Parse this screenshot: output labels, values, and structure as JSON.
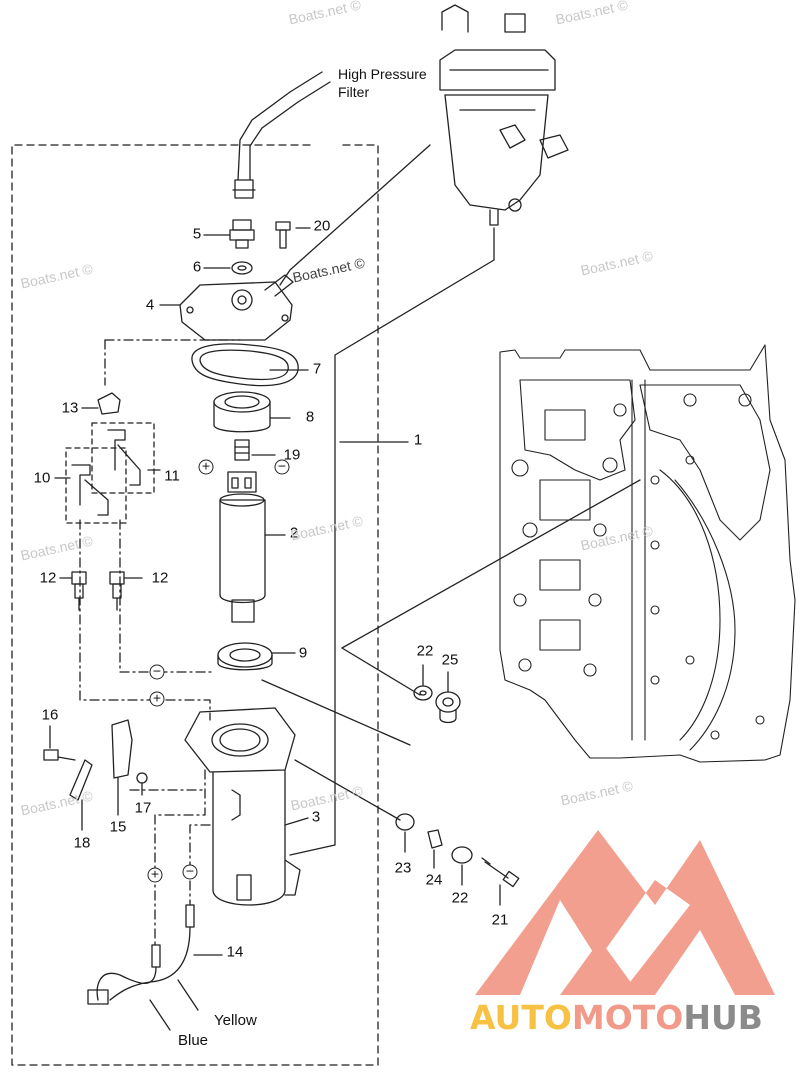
{
  "labels": {
    "high_pressure": "High Pressure",
    "filter": "Filter",
    "yellow": "Yellow",
    "blue": "Blue"
  },
  "callouts": [
    {
      "id": "1",
      "text": "1"
    },
    {
      "id": "2",
      "text": "2"
    },
    {
      "id": "3",
      "text": "3"
    },
    {
      "id": "4",
      "text": "4"
    },
    {
      "id": "5",
      "text": "5"
    },
    {
      "id": "6",
      "text": "6"
    },
    {
      "id": "7",
      "text": "7"
    },
    {
      "id": "8",
      "text": "8"
    },
    {
      "id": "9",
      "text": "9"
    },
    {
      "id": "10",
      "text": "10"
    },
    {
      "id": "11",
      "text": "11"
    },
    {
      "id": "12a",
      "text": "12"
    },
    {
      "id": "12b",
      "text": "12"
    },
    {
      "id": "13",
      "text": "13"
    },
    {
      "id": "14",
      "text": "14"
    },
    {
      "id": "15",
      "text": "15"
    },
    {
      "id": "16",
      "text": "16"
    },
    {
      "id": "17",
      "text": "17"
    },
    {
      "id": "18",
      "text": "18"
    },
    {
      "id": "19",
      "text": "19"
    },
    {
      "id": "20",
      "text": "20"
    },
    {
      "id": "21",
      "text": "21"
    },
    {
      "id": "22a",
      "text": "22"
    },
    {
      "id": "22b",
      "text": "22"
    },
    {
      "id": "23",
      "text": "23"
    },
    {
      "id": "24",
      "text": "24"
    },
    {
      "id": "25",
      "text": "25"
    }
  ],
  "polarity": {
    "plus": "+",
    "minus": "−"
  },
  "watermark": "Boats.net ©",
  "logo": {
    "part1": "AUTO",
    "part2": "MOTO",
    "part3": "HUB"
  },
  "colors": {
    "line": "#222222",
    "logo_red": "#f29a8a",
    "logo_yellow": "#f7c244",
    "logo_grey": "#8b8b8b"
  }
}
